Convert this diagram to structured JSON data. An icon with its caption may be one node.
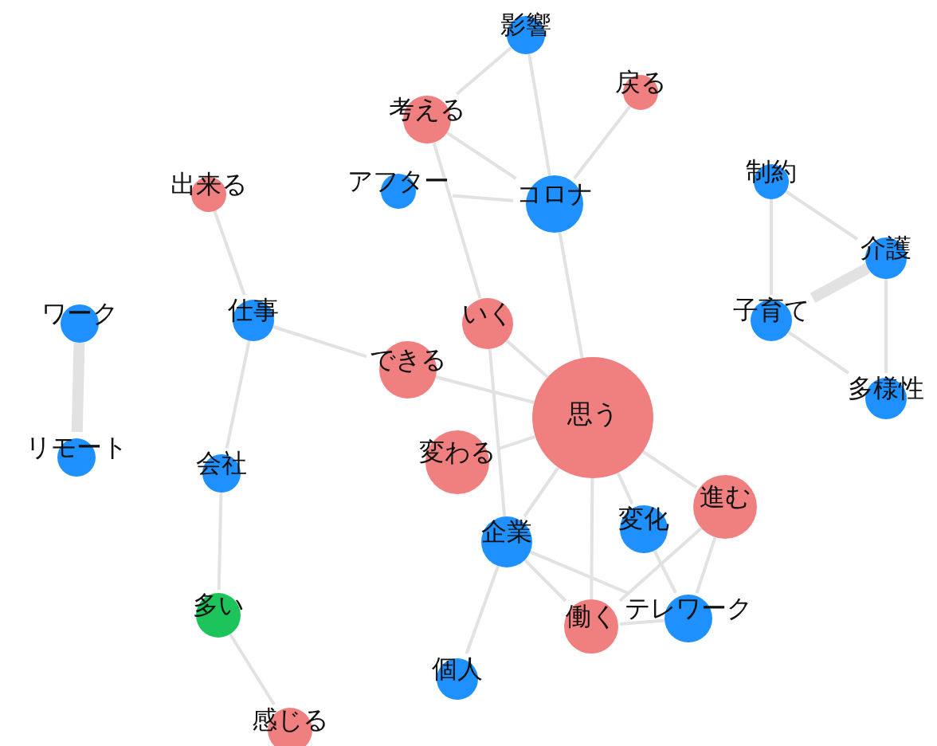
{
  "diagram": {
    "nodes": [
      {
        "text": [
          "影響"
        ]
      },
      {
        "text": [
          "戻る"
        ]
      },
      {
        "text": [
          "考える"
        ]
      },
      {
        "text": [
          "出来る"
        ]
      },
      {
        "text": [
          "アフター"
        ]
      },
      {
        "text": [
          "コロナ"
        ]
      },
      {
        "text": [
          "制約"
        ]
      },
      {
        "text": [
          "介護"
        ]
      },
      {
        "text": [
          "ワーク"
        ]
      },
      {
        "text": [
          "仕事"
        ]
      },
      {
        "text": [
          "いく"
        ]
      },
      {
        "text": [
          "子育て"
        ]
      },
      {
        "text": [
          "できる"
        ]
      },
      {
        "text": [
          "思う"
        ]
      },
      {
        "text": [
          "多様性"
        ]
      },
      {
        "text": [
          "リモート"
        ]
      },
      {
        "text": [
          "変わる"
        ]
      },
      {
        "text": [
          "会社"
        ]
      },
      {
        "text": [
          "進む"
        ]
      },
      {
        "text": [
          "変化"
        ]
      },
      {
        "text": [
          "企業"
        ]
      },
      {
        "text": [
          "多い"
        ]
      },
      {
        "text": [
          "働く"
        ]
      },
      {
        "text": [
          "テレワーク"
        ]
      },
      {
        "text": [
          "個人"
        ]
      },
      {
        "text": [
          "感じる"
        ]
      }
    ],
    "edges": [
      {
        "from": 0,
        "to": 2,
        "arrow": "none"
      },
      {
        "from": 0,
        "to": 5,
        "arrow": "none"
      },
      {
        "from": 1,
        "to": 5,
        "arrow": "none"
      },
      {
        "from": 2,
        "to": 5,
        "arrow": "none"
      },
      {
        "from": 4,
        "to": 5,
        "arrow": "none"
      },
      {
        "from": 2,
        "to": 10,
        "arrow": "none"
      },
      {
        "from": 5,
        "to": 13,
        "arrow": "none"
      },
      {
        "from": 3,
        "to": 9,
        "arrow": "none"
      },
      {
        "from": 9,
        "to": 12,
        "arrow": "none"
      },
      {
        "from": 9,
        "to": 17,
        "arrow": "none"
      },
      {
        "from": 17,
        "to": 21,
        "arrow": "none"
      },
      {
        "from": 21,
        "to": 25,
        "arrow": "none"
      },
      {
        "from": 8,
        "to": 15,
        "arrow": "none",
        "style": "thick"
      },
      {
        "from": 6,
        "to": 7,
        "arrow": "none"
      },
      {
        "from": 6,
        "to": 11,
        "arrow": "none"
      },
      {
        "from": 7,
        "to": 11,
        "arrow": "none",
        "style": "thick"
      },
      {
        "from": 11,
        "to": 14,
        "arrow": "none"
      },
      {
        "from": 7,
        "to": 14,
        "arrow": "none"
      },
      {
        "from": 10,
        "to": 13,
        "arrow": "none"
      },
      {
        "from": 10,
        "to": 20,
        "arrow": "none"
      },
      {
        "from": 12,
        "to": 13,
        "arrow": "none"
      },
      {
        "from": 16,
        "to": 13,
        "arrow": "none"
      },
      {
        "from": 13,
        "to": 20,
        "arrow": "none"
      },
      {
        "from": 13,
        "to": 22,
        "arrow": "none"
      },
      {
        "from": 13,
        "to": 19,
        "arrow": "none"
      },
      {
        "from": 13,
        "to": 18,
        "arrow": "none"
      },
      {
        "from": 20,
        "to": 22,
        "arrow": "none"
      },
      {
        "from": 20,
        "to": 23,
        "arrow": "none"
      },
      {
        "from": 20,
        "to": 24,
        "arrow": "none"
      },
      {
        "from": 18,
        "to": 22,
        "arrow": "none"
      },
      {
        "from": 18,
        "to": 23,
        "arrow": "none"
      },
      {
        "from": 19,
        "to": 23,
        "arrow": "none"
      },
      {
        "from": 22,
        "to": 23,
        "arrow": "none"
      }
    ]
  }
}
